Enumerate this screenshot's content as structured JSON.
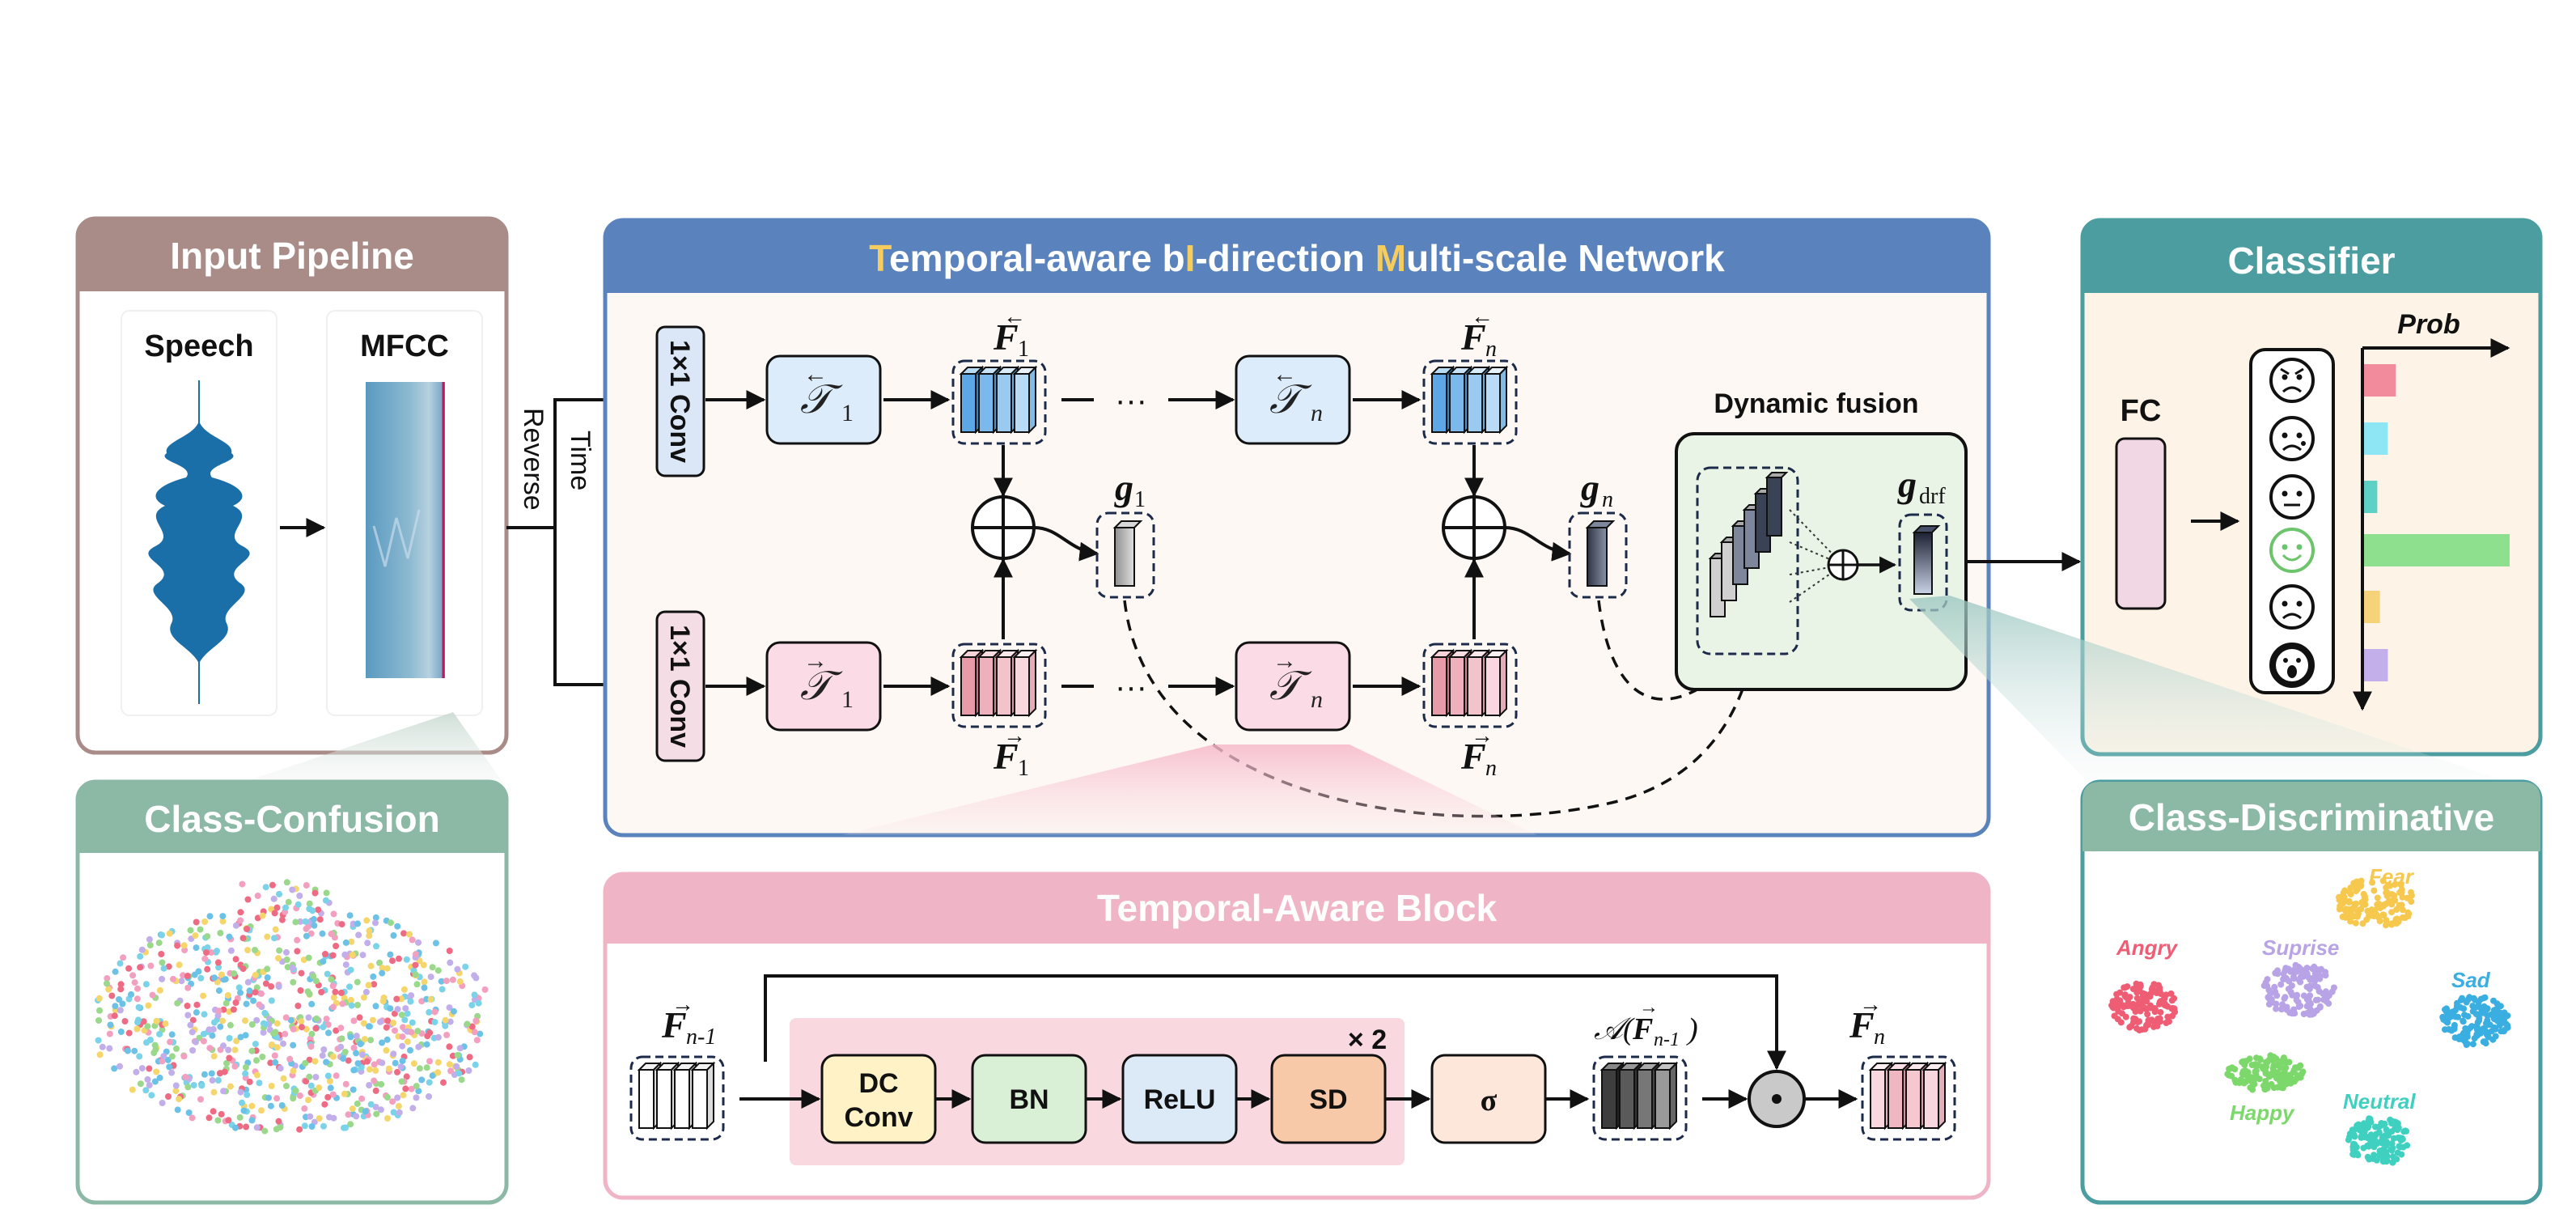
{
  "input_pipeline": {
    "title": "Input Pipeline",
    "speech_label": "Speech",
    "mfcc_label": "MFCC",
    "time_reverse": [
      "Time",
      "Reverse"
    ]
  },
  "network": {
    "title_parts": [
      {
        "text": "T",
        "accent": true
      },
      {
        "text": "emporal-aware b",
        "accent": false
      },
      {
        "text": "I",
        "accent": true
      },
      {
        "text": "-direction ",
        "accent": false
      },
      {
        "text": "M",
        "accent": true
      },
      {
        "text": "ulti-scale Network",
        "accent": false
      }
    ],
    "conv_label": "1×1 Conv",
    "dots": "···",
    "dynamic_fusion": "Dynamic fusion",
    "sym": {
      "T_sym": "𝒯",
      "F_sym": "F",
      "g_sym": "g",
      "sub_1": "1",
      "sub_n": "n",
      "sub_drf": "drf",
      "sub_n1": "n-1",
      "arrow_left": "←",
      "arrow_right": "→"
    }
  },
  "classifier": {
    "title": "Classifier",
    "fc_label": "FC",
    "prob_label": "Prob",
    "emotions": [
      "angry",
      "sad",
      "neutral",
      "happy",
      "fear",
      "surprise"
    ],
    "probabilities": [
      0.12,
      0.09,
      0.05,
      0.55,
      0.06,
      0.09
    ],
    "bar_colors": [
      "#f28c9c",
      "#8ee6f4",
      "#5ed0c5",
      "#8ee08e",
      "#f6d27a",
      "#c3b0ea"
    ]
  },
  "class_confusion": {
    "title": "Class-Confusion"
  },
  "class_discriminative": {
    "title": "Class-Discriminative",
    "clusters": [
      "Angry",
      "Fear",
      "Suprise",
      "Sad",
      "Happy",
      "Neutral"
    ]
  },
  "temporal_block": {
    "title": "Temporal-Aware Block",
    "dc_conv": [
      "DC",
      "Conv"
    ],
    "bn": "BN",
    "relu": "ReLU",
    "sd": "SD",
    "times2": "× 2",
    "sigma": "σ",
    "attention": "𝒜(",
    "attention_close": ")",
    "odot": "⊙"
  },
  "colors": {
    "input_header": "#a98c88",
    "network_header": "#5a83bd",
    "classifier_header": "#4b9d9f",
    "confusion_header": "#8cb8a6",
    "block_header": "#efb5c6",
    "accent_letter": "#f6cd5c"
  }
}
